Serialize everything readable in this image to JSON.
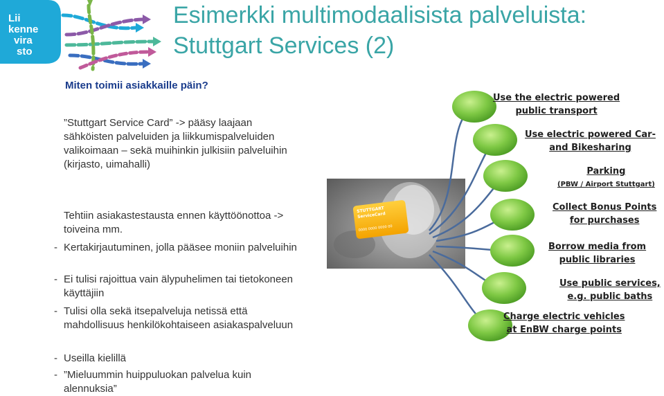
{
  "logo": {
    "line1": "Lii",
    "line2": "kenne",
    "line3": "vira",
    "line4": "sto",
    "bg": "#1fa9d8"
  },
  "title": {
    "line1": "Esimerkki multimodaalisista palveluista:",
    "line2": "Stuttgart Services (2)",
    "color": "#3aa5a6"
  },
  "subtitle": "Miten toimii asiakkaille päin?",
  "intro": "”Stuttgart Service Card” -> pääsy laajaan sähköisten palveluiden ja liikkumispalveluiden valikoimaan – sekä muihinkin julkisiin palveluihin (kirjasto, uimahalli)",
  "survey": "Tehtiin asiakastestausta ennen käyttöönottoa -> toiveina mm.",
  "bullets": [
    {
      "dash": "-",
      "text": "Kertakirjautuminen, jolla pääsee moniin palveluihin"
    },
    {
      "dash": "-",
      "text": "Ei tulisi rajoittua vain älypuhelimen tai tietokoneen käyttäjiin"
    },
    {
      "dash": "-",
      "text": "Tulisi olla sekä itsepalveluja netissä että mahdollisuus henkilökohtaiseen asiakaspalveluun"
    },
    {
      "dash": "-",
      "text": "Useilla kielillä"
    },
    {
      "dash": "-",
      "text": "”Mieluummin huippuluokan palvelua kuin alennuksia”"
    }
  ],
  "card": {
    "line1": "STUTTGART",
    "line2": "ServiceCard",
    "number": "0000 0000 0000 00"
  },
  "services": [
    {
      "line1": "Use the electric powered",
      "line2": "public transport"
    },
    {
      "line1": "Use electric powered Car-",
      "line2": "and Bikesharing"
    },
    {
      "line1": "Parking",
      "line2": "(PBW / Airport Stuttgart)"
    },
    {
      "line1": "Collect Bonus Points",
      "line2": "for purchases"
    },
    {
      "line1": "Borrow media from",
      "line2": "public libraries"
    },
    {
      "line1": "Use public services,",
      "line2": "e.g. public baths"
    },
    {
      "line1": "Charge electric vehicles",
      "line2": "at EnBW charge points"
    }
  ],
  "colors": {
    "text": "#333333",
    "subtitle": "#1a3c8c",
    "leaf": "#7ec844",
    "stem": "#4a6b9c"
  }
}
